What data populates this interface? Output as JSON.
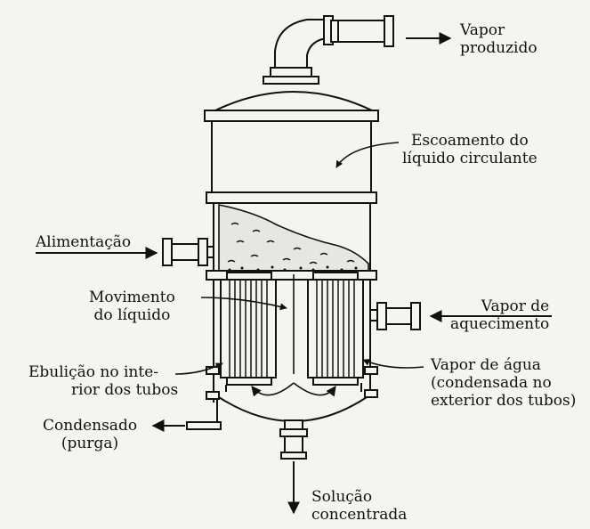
{
  "labels": {
    "vapor_produzido": [
      "Vapor",
      "produzido"
    ],
    "escoamento": [
      "Escoamento do",
      "líquido circulante"
    ],
    "alimentacao": "Alimentação",
    "movimento": [
      "Movimento",
      "do líquido"
    ],
    "vapor_aquecimento": [
      "Vapor de",
      "aquecimento"
    ],
    "ebulicao": [
      "Ebulição no inte-",
      "rior dos tubos"
    ],
    "vapor_agua": [
      "Vapor de água",
      "(condensada no",
      "exterior dos tubos)"
    ],
    "condensado": [
      "Condensado",
      "(purga)"
    ],
    "solucao": [
      "Solução",
      "concentrada"
    ]
  },
  "colors": {
    "ink": "#111111",
    "paper": "#f4f4f1",
    "liquid": "#e6e6e2"
  }
}
